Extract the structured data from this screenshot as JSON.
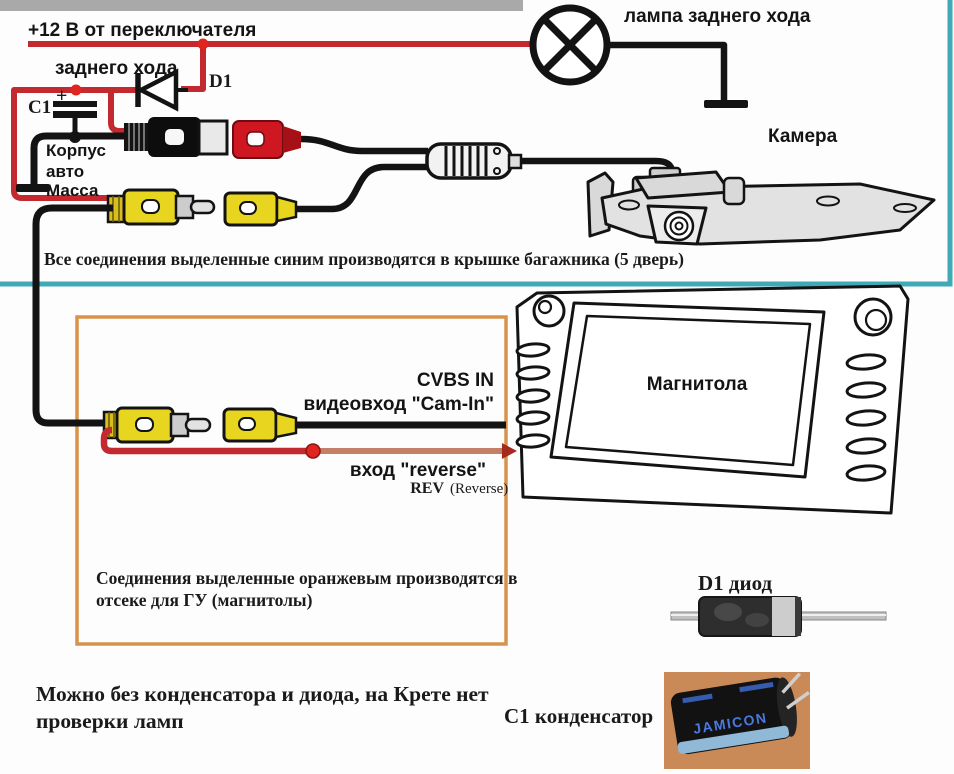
{
  "labels": {
    "supply1": "+12 В от переключателя",
    "supply2": "заднего хода",
    "lamp": "лампа заднего хода",
    "d1": "D1",
    "c1": "C1",
    "plus": "+",
    "body1": "Корпус",
    "body2": "авто",
    "body3": "Масса",
    "camera": "Камера",
    "head_unit": "Магнитола",
    "cvbs_in": "CVBS IN",
    "cam_in": "видеовход \"Cam-In\"",
    "reverse_in": "вход \"reverse\"",
    "rev_bold": "REV",
    "rev_rest": "(Reverse)"
  },
  "notes": {
    "blue": "Все соединения выделенные синим производятся в крышке багажника (5 дверь)",
    "orange1": "Соединения выделенные оранжевым производятся в",
    "orange2": "отсеке для ГУ (магнитолы)",
    "bottom1": "Можно без конденсатора и диода, на Крете нет",
    "bottom2": "проверки ламп"
  },
  "parts": {
    "diode_caption": "D1 диод",
    "cap_caption": "C1 конденсатор",
    "cap_brand": "JAMICON"
  },
  "colors": {
    "wire_red": "#c22a30",
    "wire_salmon": "#c47f68",
    "box_blue": "#3fa9b5",
    "box_orange": "#d6934a",
    "rca_yellow": "#e8d51f",
    "rca_red": "#cf1722"
  }
}
